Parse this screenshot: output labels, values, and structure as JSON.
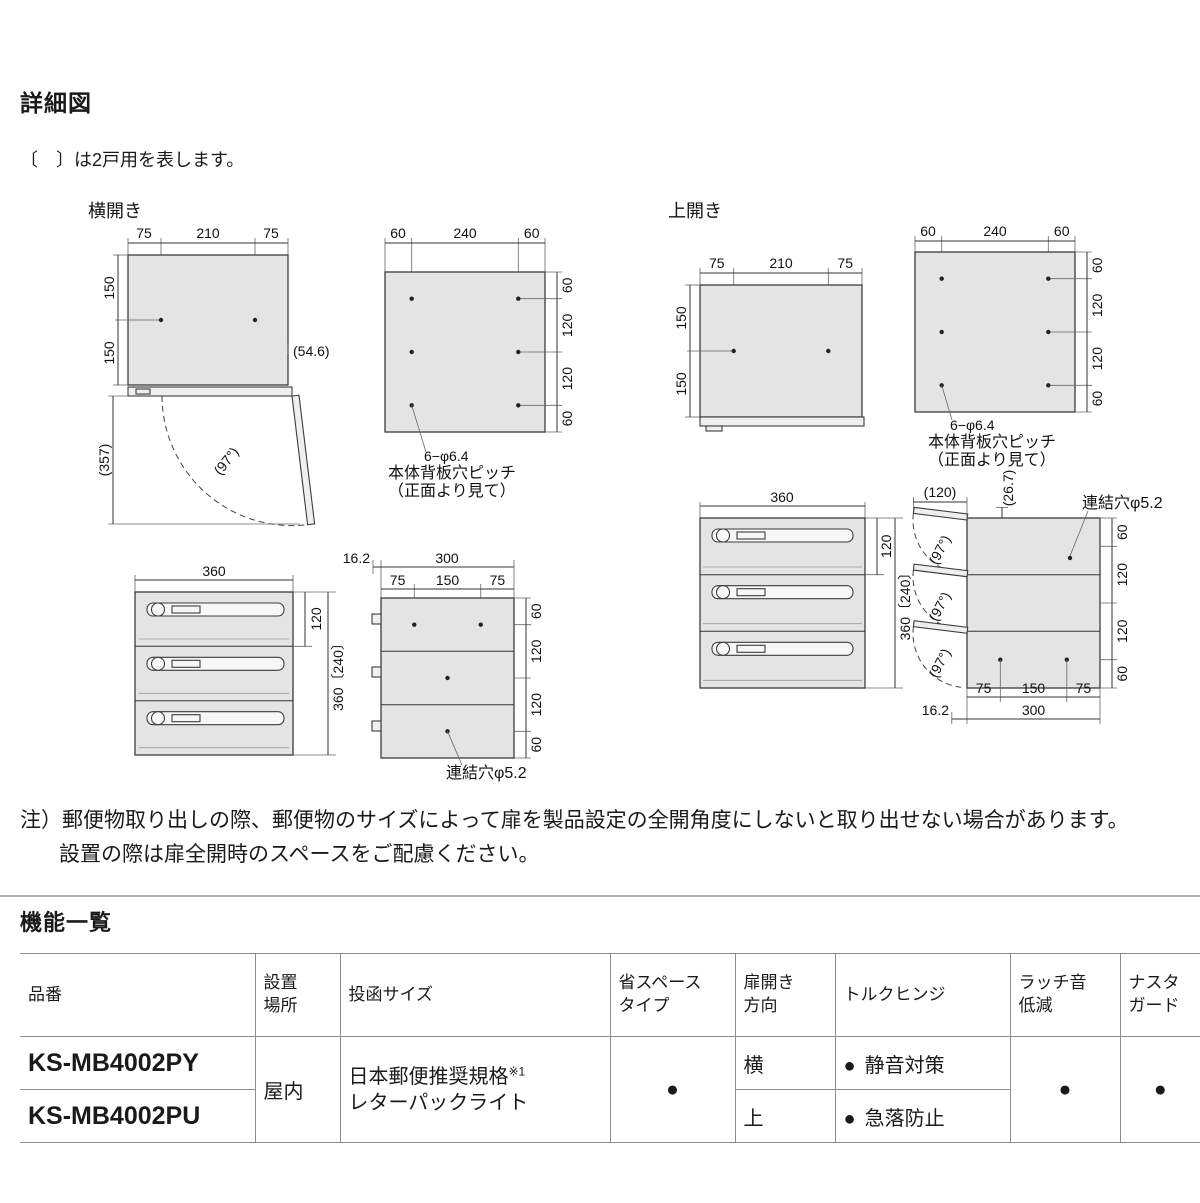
{
  "page": {
    "title": "詳細図",
    "legend": "〔　〕は2戸用を表します。",
    "note_line1": "注）郵便物取り出しの際、郵便物のサイズによって扉を製品設定の全開角度にしないと取り出せない場合があります。",
    "note_line2": "設置の際は扉全開時のスペースをご配慮ください。",
    "section2_title": "機能一覧"
  },
  "yoko": {
    "label": "横開き",
    "front": {
      "w1": "75",
      "w2": "210",
      "w3": "75",
      "h1": "150",
      "h2": "150",
      "door_gap": "(54.6)",
      "swing": "(357)",
      "angle": "(97°)"
    },
    "back": {
      "w1": "60",
      "w2": "240",
      "w3": "60",
      "r1": "60",
      "r2": "120",
      "r3": "120",
      "r4": "60",
      "holes": "6−φ6.4",
      "cap1": "本体背板穴ピッチ",
      "cap2": "（正面より見て）"
    },
    "stack": {
      "w": "360",
      "unit": "120",
      "total": "360〔240〕"
    },
    "side": {
      "hook": "16.2",
      "depth": "300",
      "d1": "75",
      "d2": "150",
      "d3": "75",
      "r1": "60",
      "r2": "120",
      "r3": "120",
      "r4": "60",
      "hole": "連結穴φ5.2"
    }
  },
  "ue": {
    "label": "上開き",
    "front": {
      "w1": "75",
      "w2": "210",
      "w3": "75",
      "h1": "150",
      "h2": "150"
    },
    "back": {
      "w1": "60",
      "w2": "240",
      "w3": "60",
      "r1": "60",
      "r2": "120",
      "r3": "120",
      "r4": "60",
      "holes": "6−φ6.4",
      "cap1": "本体背板穴ピッチ",
      "cap2": "（正面より見て）"
    },
    "stack": {
      "w": "360",
      "unit": "120",
      "total": "360〔240〕"
    },
    "side": {
      "proj": "(120)",
      "tip": "(26.7)",
      "hole": "連結穴φ5.2",
      "a1": "(97°)",
      "a2": "(97°)",
      "a3": "(97°)",
      "r1": "60",
      "r2": "120",
      "r3": "120",
      "r4": "60",
      "d1": "75",
      "d2": "150",
      "d3": "75",
      "depth": "300",
      "hook": "16.2"
    }
  },
  "table": {
    "h_item": "品番",
    "h_loc1": "設置",
    "h_loc2": "場所",
    "h_size": "投函サイズ",
    "h_space1": "省スペース",
    "h_space2": "タイプ",
    "h_door1": "扉開き",
    "h_door2": "方向",
    "h_hinge": "トルクヒンジ",
    "h_latch1": "ラッチ音",
    "h_latch2": "低減",
    "h_guard1": "ナスタ",
    "h_guard2": "ガード",
    "model1": "KS-MB4002PY",
    "model2": "KS-MB4002PU",
    "loc": "屋内",
    "size1": "日本郵便推奨規格",
    "size_ref": "※1",
    "size2": "レターパックライト",
    "space_dot": "●",
    "door1": "横",
    "door2": "上",
    "hinge1_dot": "●",
    "hinge1": "静音対策",
    "hinge2_dot": "●",
    "hinge2": "急落防止",
    "latch_dot": "●",
    "guard_dot": "●"
  }
}
